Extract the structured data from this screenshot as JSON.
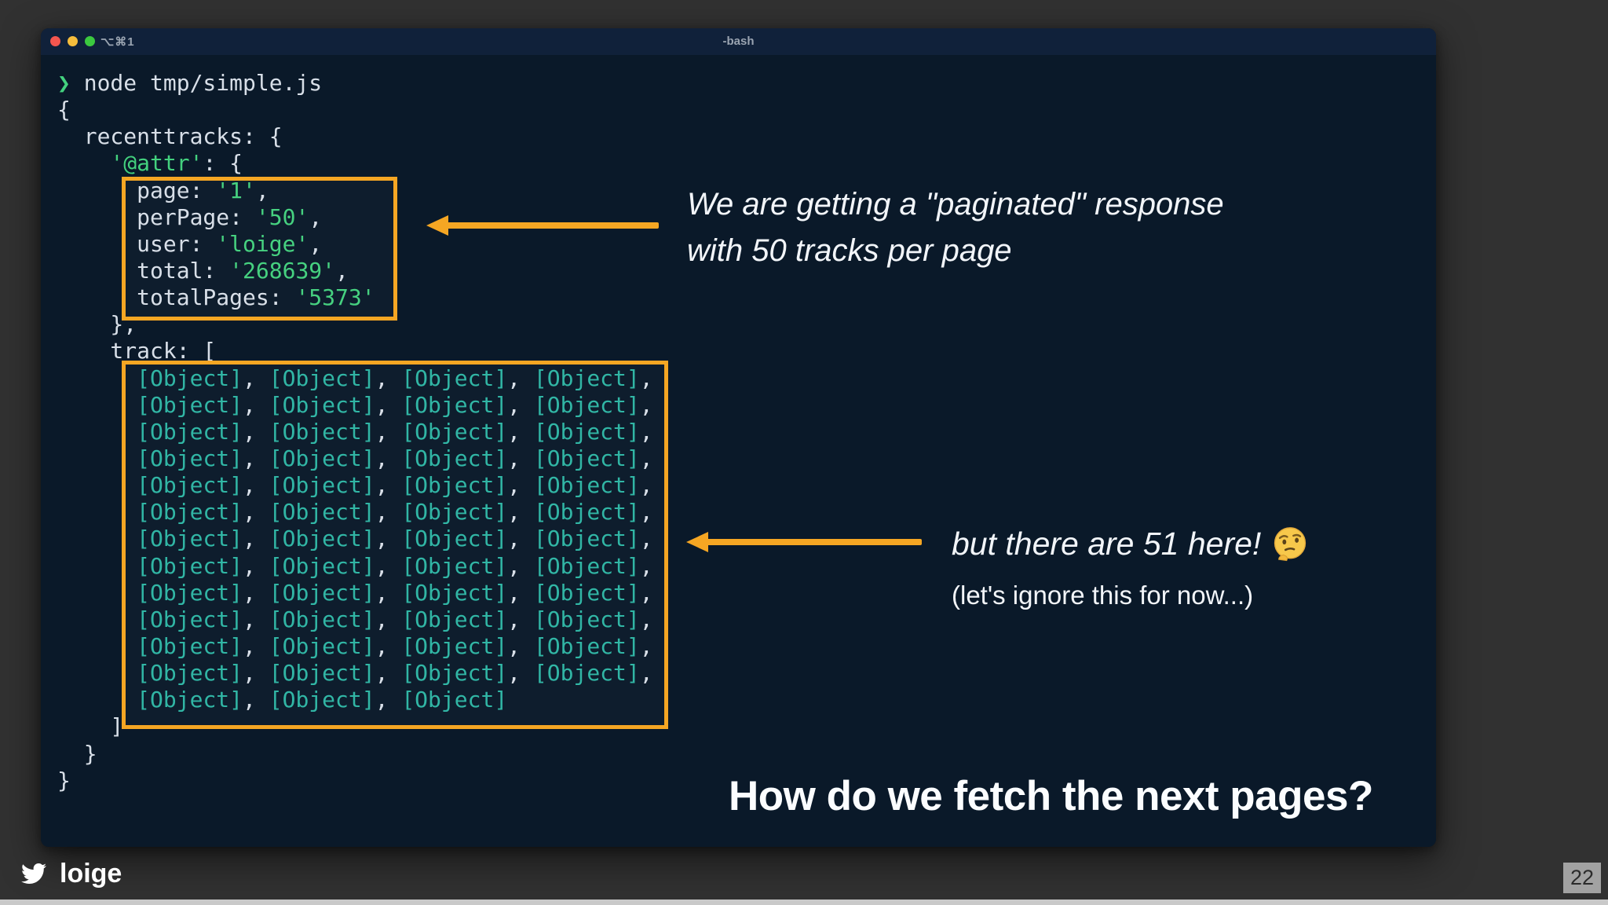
{
  "colors": {
    "slide-bg": "#313131",
    "window-bg": "#0a1929",
    "titlebar-bg": "#10213a",
    "accent-orange": "#f5a623",
    "code-white": "#d8dfe8",
    "code-green": "#43d17e",
    "code-teal": "#2db5a4",
    "title-gray": "#9aa4b1",
    "light-red": "#f4564f",
    "light-yellow": "#f6bd3c",
    "light-green": "#3bc93f",
    "text-white": "#f2f5f9",
    "badge-bg": "#a2a2a2",
    "badge-text": "#2b2b2b",
    "strip": "#c9c9c9"
  },
  "terminal": {
    "window_title": "-bash",
    "tab_shortcut": "⌥⌘1",
    "prompt_symbol": "❯",
    "command": "node tmp/simple.js",
    "lines_head": [
      [
        {
          "t": "{",
          "c": "w"
        }
      ],
      [
        {
          "t": "  recenttracks: {",
          "c": "w"
        }
      ],
      [
        {
          "t": "    ",
          "c": "w"
        },
        {
          "t": "'@attr'",
          "c": "g"
        },
        {
          "t": ": {",
          "c": "w"
        }
      ],
      [
        {
          "t": "      page: ",
          "c": "w"
        },
        {
          "t": "'1'",
          "c": "g"
        },
        {
          "t": ",",
          "c": "w"
        }
      ],
      [
        {
          "t": "      perPage: ",
          "c": "w"
        },
        {
          "t": "'50'",
          "c": "g"
        },
        {
          "t": ",",
          "c": "w"
        }
      ],
      [
        {
          "t": "      user: ",
          "c": "w"
        },
        {
          "t": "'loige'",
          "c": "g"
        },
        {
          "t": ",",
          "c": "w"
        }
      ],
      [
        {
          "t": "      total: ",
          "c": "w"
        },
        {
          "t": "'268639'",
          "c": "g"
        },
        {
          "t": ",",
          "c": "w"
        }
      ],
      [
        {
          "t": "      totalPages: ",
          "c": "w"
        },
        {
          "t": "'5373'",
          "c": "g"
        }
      ],
      [
        {
          "t": "    },",
          "c": "w"
        }
      ],
      [
        {
          "t": "    track: [",
          "c": "w"
        }
      ]
    ],
    "object_token": "[Object]",
    "object_rows": [
      4,
      4,
      4,
      4,
      4,
      4,
      4,
      4,
      4,
      4,
      4,
      4,
      3
    ],
    "lines_tail": [
      [
        {
          "t": "    ]",
          "c": "w"
        }
      ],
      [
        {
          "t": "  }",
          "c": "w"
        }
      ],
      [
        {
          "t": "}",
          "c": "w"
        }
      ]
    ],
    "attr_values": {
      "page": "1",
      "perPage": "50",
      "user": "loige",
      "total": "268639",
      "totalPages": "5373"
    },
    "track_object_count": 51
  },
  "annotations": {
    "paginated_line1": "We are getting a \"paginated\" response",
    "paginated_line2": "with 50 tracks per page",
    "fifty_one": "but there are 51 here!",
    "thinking_emoji": "🤔",
    "ignore": "(let's ignore this for now...)"
  },
  "slide": {
    "question": "How do we fetch the next pages?",
    "footer_handle": "loige",
    "page_number": "22"
  }
}
